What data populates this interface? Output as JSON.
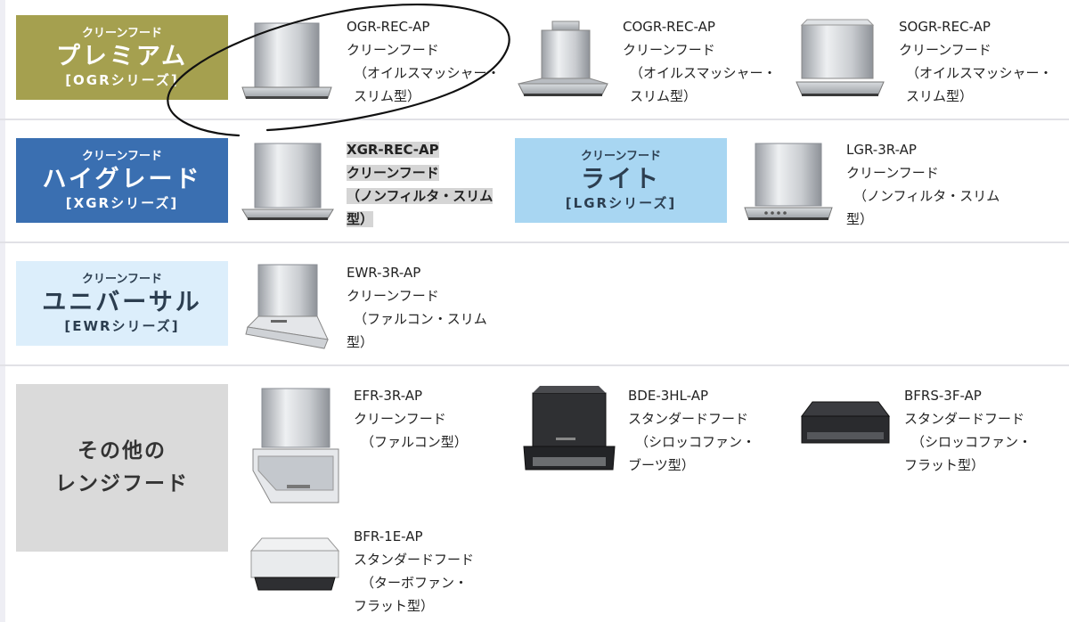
{
  "series": {
    "ogr": {
      "category": "クリーンフード",
      "name": "プレミアム",
      "sub": "[OGRシリーズ]",
      "color": "#a5a04f"
    },
    "xgr": {
      "category": "クリーンフード",
      "name": "ハイグレード",
      "sub": "[XGRシリーズ]",
      "color": "#3a6fb1"
    },
    "lgr": {
      "category": "クリーンフード",
      "name": "ライト",
      "sub": "[LGRシリーズ]",
      "color": "#a8d6f2"
    },
    "ewr": {
      "category": "クリーンフード",
      "name": "ユニバーサル",
      "sub": "[EWRシリーズ]",
      "color": "#dceefb"
    },
    "other": {
      "line1": "その他の",
      "line2": "レンジフード",
      "color": "#dadada"
    }
  },
  "products": {
    "ogr_rec": {
      "model": "OGR-REC-AP",
      "type": "クリーンフード",
      "desc1": "（オイルスマッシャー・",
      "desc2": "スリム型）"
    },
    "cogr_rec": {
      "model": "COGR-REC-AP",
      "type": "クリーンフード",
      "desc1": "（オイルスマッシャー・",
      "desc2": "スリム型）"
    },
    "sogr_rec": {
      "model": "SOGR-REC-AP",
      "type": "クリーンフード",
      "desc1": "（オイルスマッシャー・",
      "desc2": "スリム型）"
    },
    "xgr_rec": {
      "model": "XGR-REC-AP",
      "type": "クリーンフード",
      "desc1": "（ノンフィルタ・スリム",
      "desc2": "型）"
    },
    "lgr_3r": {
      "model": "LGR-3R-AP",
      "type": "クリーンフード",
      "desc1": "（ノンフィルタ・スリム",
      "desc2": "型）"
    },
    "ewr_3r": {
      "model": "EWR-3R-AP",
      "type": "クリーンフード",
      "desc1": "（ファルコン・スリム",
      "desc2": "型）"
    },
    "efr_3r": {
      "model": "EFR-3R-AP",
      "type": "クリーンフード",
      "desc1": "（ファルコン型）"
    },
    "bde_3hl": {
      "model": "BDE-3HL-AP",
      "type": "スタンダードフード",
      "desc1": "（シロッコファン・",
      "desc2": "ブーツ型）"
    },
    "bfrs_3f": {
      "model": "BFRS-3F-AP",
      "type": "スタンダードフード",
      "desc1": "（シロッコファン・",
      "desc2": "フラット型）"
    },
    "bfr_1e": {
      "model": "BFR-1E-AP",
      "type": "スタンダードフード",
      "desc1": "（ターボファン・",
      "desc2": "フラット型）"
    }
  }
}
